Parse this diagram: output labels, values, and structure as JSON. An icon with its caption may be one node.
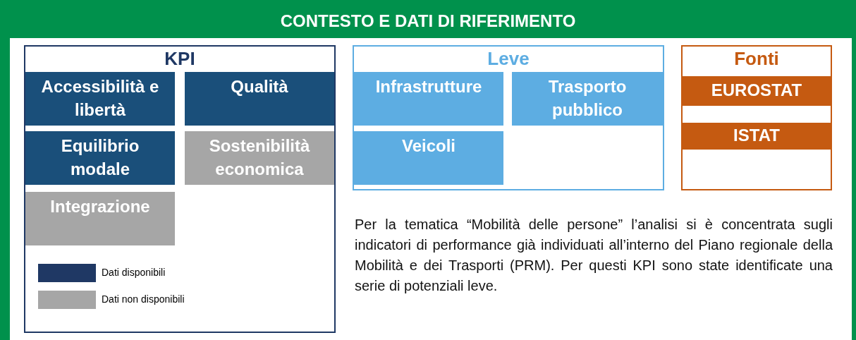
{
  "diagram": {
    "nodes": [
      {
        "text": [
          "CONTESTO E DATI DI RIFERIMENTO"
        ]
      },
      {
        "text": [
          "KPI"
        ],
        "in": 0
      },
      {
        "text": [
          "Accessibilità e libertà"
        ],
        "in": 1
      },
      {
        "text": [
          "Qualità"
        ],
        "in": 1
      },
      {
        "text": [
          "Equilibrio modale"
        ],
        "in": 1
      },
      {
        "text": [
          "Sostenibilità economica"
        ],
        "in": 1
      },
      {
        "text": [
          "Integrazione"
        ],
        "in": 1
      },
      {
        "text": [
          "Leve"
        ],
        "in": 0
      },
      {
        "text": [
          "Infrastrutture"
        ],
        "in": 7
      },
      {
        "text": [
          "Trasporto pubblico"
        ],
        "in": 7
      },
      {
        "text": [
          "Veicoli"
        ],
        "in": 7
      },
      {
        "text": [
          "Fonti"
        ],
        "in": 0
      },
      {
        "text": [
          "EUROSTAT"
        ],
        "in": 11
      },
      {
        "text": [
          "ISTAT"
        ],
        "in": 11
      }
    ],
    "labels": [
      "Per la tematica “Mobilità delle persone” l’analisi si è concentrata sugli indicatori di performance già individuati all’interno del Piano regionale della Mobilità e dei Trasporti (PRM). Per questi KPI sono state identificate una serie di potenziali leve."
    ],
    "legend": [
      {
        "text": "Dati disponibili",
        "color": "#1f3864"
      },
      {
        "text": "Dati non disponibili",
        "color": "#a6a6a6"
      }
    ]
  }
}
